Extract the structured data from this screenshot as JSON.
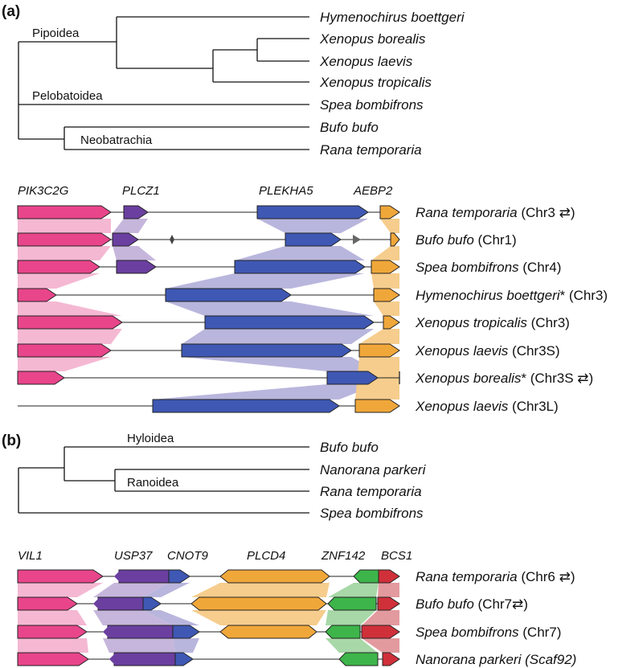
{
  "colors": {
    "pink": "#e8458b",
    "pink_band": "#f5b8d3",
    "purple": "#6b3fa0",
    "purple_band": "#c6b6dc",
    "blue": "#3e58b4",
    "blue_band": "#b9b6dd",
    "orange": "#f0a73a",
    "orange_band": "#f6cd8d",
    "green": "#3db54a",
    "green_band": "#a8d8a8",
    "red": "#d0303a",
    "red_band": "#e39a9e",
    "grey": "#666666"
  },
  "panel_a": {
    "label": "(a)",
    "tree": {
      "clades": [
        "Pipoidea",
        "Pelobatoidea",
        "Neobatrachia"
      ],
      "leaves": [
        "Hymenochirus boettgeri",
        "Xenopus borealis",
        "Xenopus laevis",
        "Xenopus tropicalis",
        "Spea bombifrons",
        "Bufo bufo",
        "Rana temporaria"
      ]
    },
    "genes": [
      "PIK3C2G",
      "PLCZ1",
      "PLEKHA5",
      "AEBP2"
    ],
    "rows": [
      {
        "species": "Rana temporaria",
        "suffix": " (Chr3 ⇄)"
      },
      {
        "species": "Bufo bufo",
        "suffix": " (Chr1)"
      },
      {
        "species": "Spea bombifrons",
        "suffix": " (Chr4)"
      },
      {
        "species": "Hymenochirus boettgeri",
        "star": "*",
        "suffix": " (Chr3)"
      },
      {
        "species": "Xenopus tropicalis",
        "suffix": " (Chr3)"
      },
      {
        "species": "Xenopus laevis",
        "suffix": " (Chr3S)"
      },
      {
        "species": "Xenopus borealis",
        "star": "*",
        "suffix": " (Chr3S ⇄)"
      },
      {
        "species": "Xenopus laevis",
        "suffix": " (Chr3L)"
      }
    ]
  },
  "panel_b": {
    "label": "(b)",
    "tree": {
      "clades": [
        "Hyloidea",
        "Ranoidea"
      ],
      "leaves": [
        "Bufo bufo",
        "Nanorana parkeri",
        "Rana temporaria",
        "Spea bombifrons"
      ]
    },
    "genes": [
      "VIL1",
      "USP37",
      "CNOT9",
      "PLCD4",
      "ZNF142",
      "BCS1"
    ],
    "rows": [
      {
        "species": "Rana temporaria",
        "suffix": " (Chr6 ⇄)"
      },
      {
        "species": "Bufo bufo",
        "suffix": " (Chr7⇄)"
      },
      {
        "species": "Spea bombifrons",
        "suffix": " (Chr7)"
      },
      {
        "species": "Nanorana parkeri",
        "suffix": " ",
        "suffix_italic": "(Scaf92)"
      }
    ]
  }
}
